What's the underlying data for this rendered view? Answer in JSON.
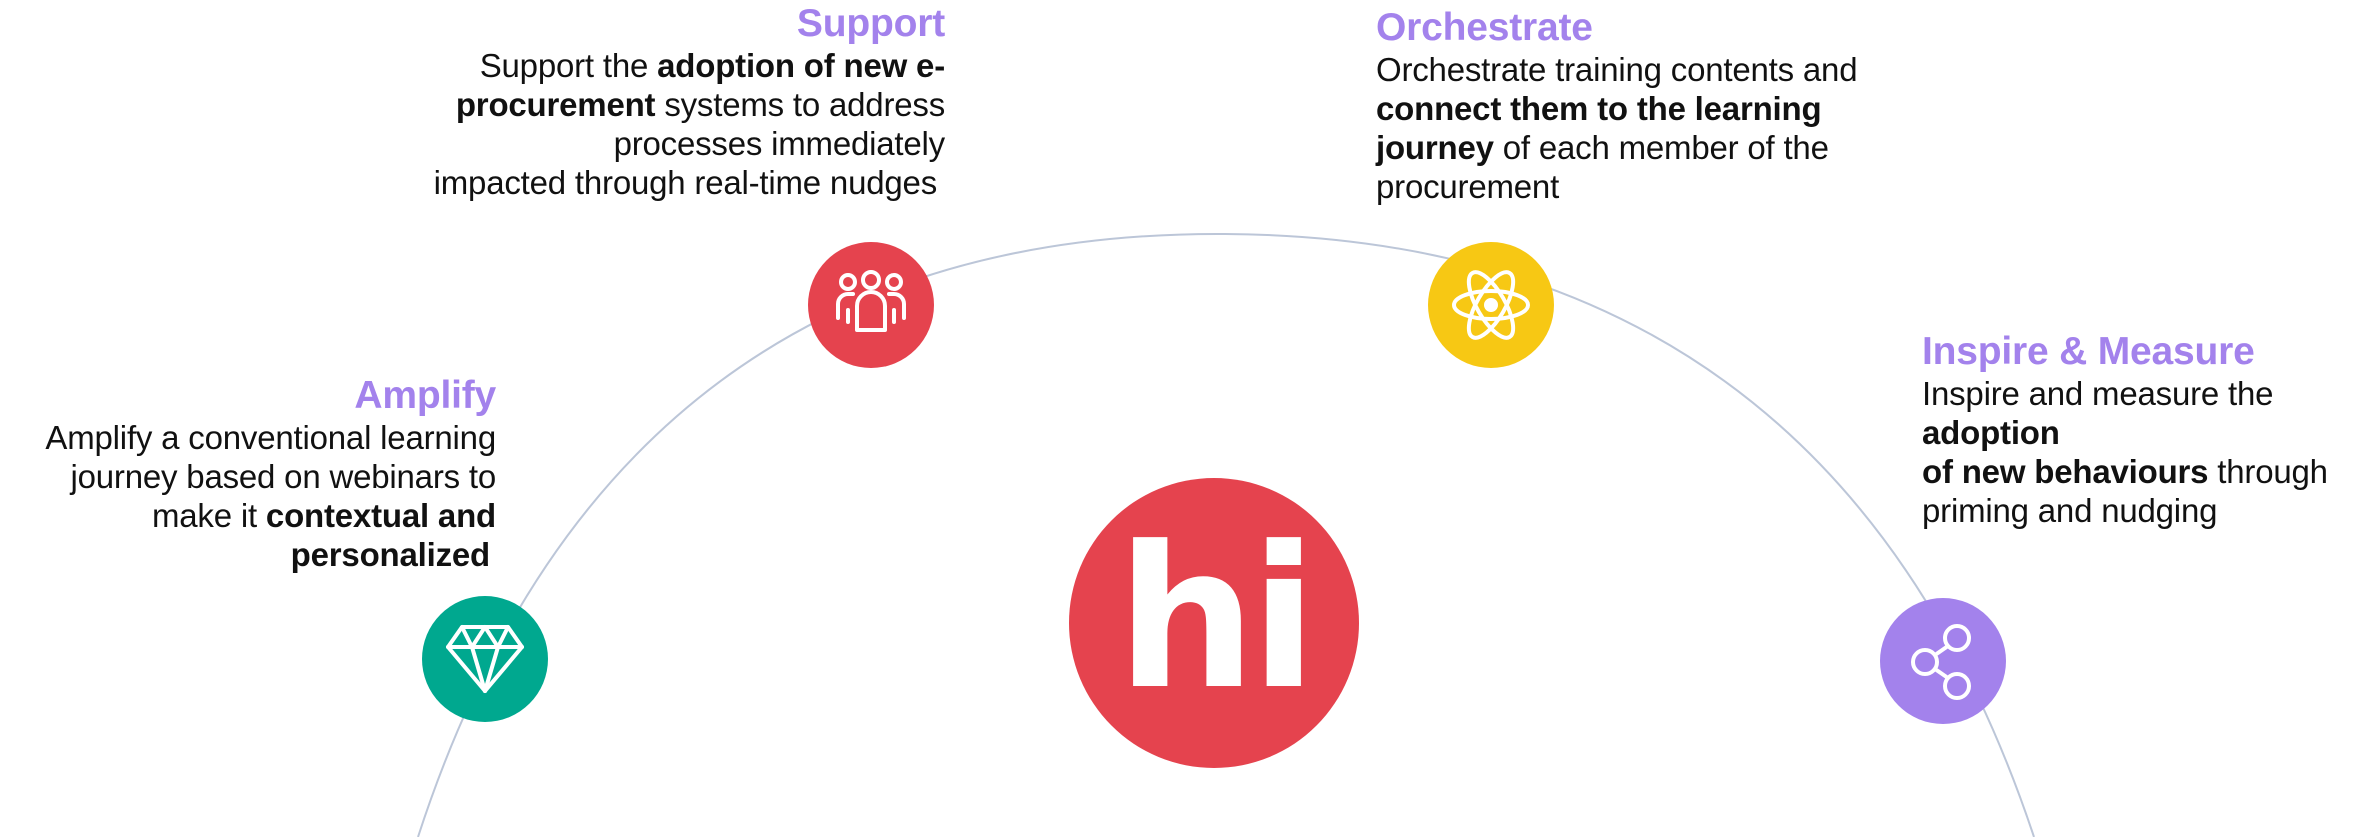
{
  "logo": {
    "text": "hi",
    "color": "#e5434e"
  },
  "colors": {
    "title": "#a382ec",
    "arc": "#bcc6d8"
  },
  "sections": {
    "support": {
      "title": "Support",
      "icon": "people-icon",
      "color": "#e5434e",
      "lines": [
        {
          "a": "Support the ",
          "b": "adoption of new e-",
          "c": ""
        },
        {
          "a": "",
          "b": "procurement",
          "c": " systems to address"
        },
        {
          "a": "processes immediately",
          "b": "",
          "c": ""
        },
        {
          "a": "impacted through real-time nudges",
          "b": "",
          "c": ""
        }
      ]
    },
    "orchestrate": {
      "title": "Orchestrate",
      "icon": "atom-icon",
      "color": "#f7c814",
      "lines": [
        {
          "a": "Orchestrate training contents and",
          "b": "",
          "c": ""
        },
        {
          "a": "",
          "b": "connect them to the learning",
          "c": ""
        },
        {
          "a": "",
          "b": "journey",
          "c": " of each member of the"
        },
        {
          "a": "procurement",
          "b": "",
          "c": ""
        }
      ]
    },
    "amplify": {
      "title": "Amplify",
      "icon": "diamond-icon",
      "color": "#00a88f",
      "lines": [
        {
          "a": "Amplify a conventional learning",
          "b": "",
          "c": ""
        },
        {
          "a": "journey based on webinars to",
          "b": "",
          "c": ""
        },
        {
          "a": "make it ",
          "b": "contextual and",
          "c": ""
        },
        {
          "a": "",
          "b": "personalized",
          "c": ""
        }
      ]
    },
    "inspire": {
      "title": "Inspire & Measure",
      "icon": "share-icon",
      "color": "#a382ec",
      "lines": [
        {
          "a": "Inspire and measure the",
          "b": "",
          "c": ""
        },
        {
          "a": "",
          "b": "adoption",
          "c": ""
        },
        {
          "a": "",
          "b": "of new behaviours",
          "c": " through"
        },
        {
          "a": "priming and nudging",
          "b": "",
          "c": ""
        }
      ]
    }
  }
}
